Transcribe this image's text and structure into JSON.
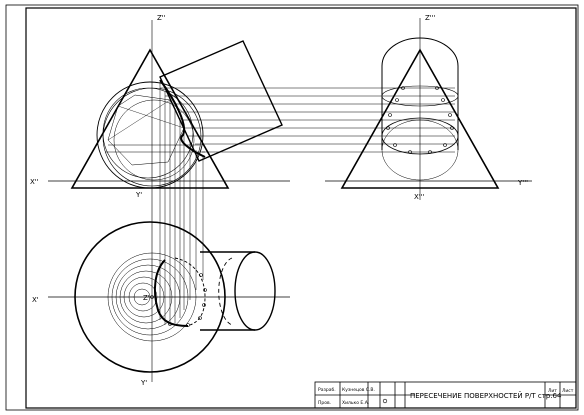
{
  "axis_labels": {
    "z_front": "Z''",
    "z_side": "Z'''",
    "x_front": "X''",
    "y_side": "Y'''",
    "x_side_bottom": "X'''",
    "x_top": "X'",
    "z_top": "Z'",
    "y_top": "Y'",
    "y_top_mid": "Y'"
  },
  "title_block": {
    "developer_role": "Разраб.",
    "developer_name": "Кузнецов С.В.",
    "checker_role": "Пров.",
    "checker_name": "Хилько Е.А.",
    "title": "ПЕРЕСЕЧЕНИЕ ПОВЕРХНОСТЕЙ Р/Т стр.64",
    "col_sheet": "Лит",
    "col_sheets": "Лист"
  }
}
